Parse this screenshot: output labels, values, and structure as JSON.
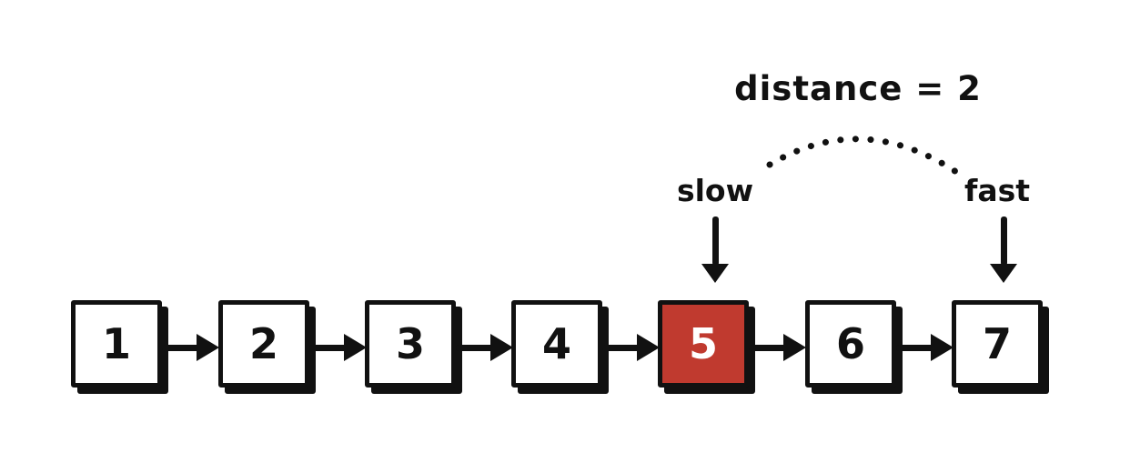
{
  "diagram": {
    "annotation": {
      "distance_label": "distance = 2"
    },
    "pointers": [
      {
        "label": "slow",
        "points_to": "5"
      },
      {
        "label": "fast",
        "points_to": "7"
      }
    ],
    "nodes": [
      {
        "value": "1",
        "highlighted": false
      },
      {
        "value": "2",
        "highlighted": false
      },
      {
        "value": "3",
        "highlighted": false
      },
      {
        "value": "4",
        "highlighted": false
      },
      {
        "value": "5",
        "highlighted": true
      },
      {
        "value": "6",
        "highlighted": false
      },
      {
        "value": "7",
        "highlighted": false
      }
    ],
    "colors": {
      "highlight_fill": "#c03a2f",
      "highlight_text": "#ffffff",
      "stroke": "#111111",
      "background": "#ffffff"
    }
  }
}
